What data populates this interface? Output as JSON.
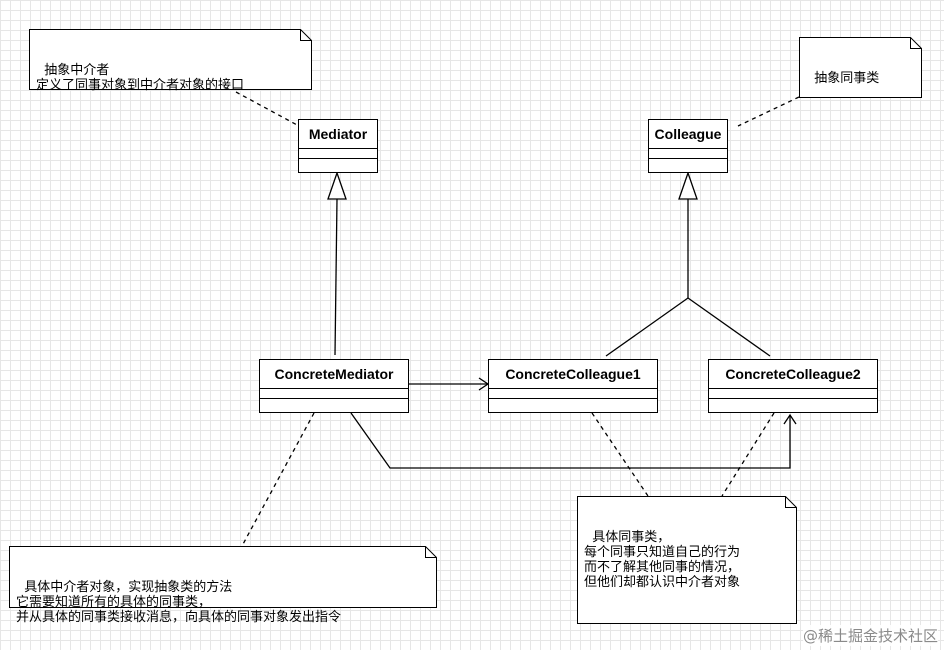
{
  "classes": {
    "mediator": "Mediator",
    "colleague": "Colleague",
    "concrete_mediator": "ConcreteMediator",
    "concrete_colleague1": "ConcreteColleague1",
    "concrete_colleague2": "ConcreteColleague2"
  },
  "notes": {
    "mediator_note": "抽象中介者\n定义了同事对象到中介者对象的接口",
    "colleague_note": "抽象同事类",
    "concrete_mediator_note": "具体中介者对象，实现抽象类的方法\n它需要知道所有的具体的同事类，\n并从具体的同事类接收消息，向具体的同事对象发出指令",
    "concrete_colleague_note": "具体同事类，\n每个同事只知道自己的行为\n而不了解其他同事的情况，\n但他们却都认识中介者对象"
  },
  "watermark": "@稀土掘金技术社区",
  "colors": {
    "grid": "#e6e6e6",
    "stroke": "#000000",
    "background": "#ffffff"
  }
}
